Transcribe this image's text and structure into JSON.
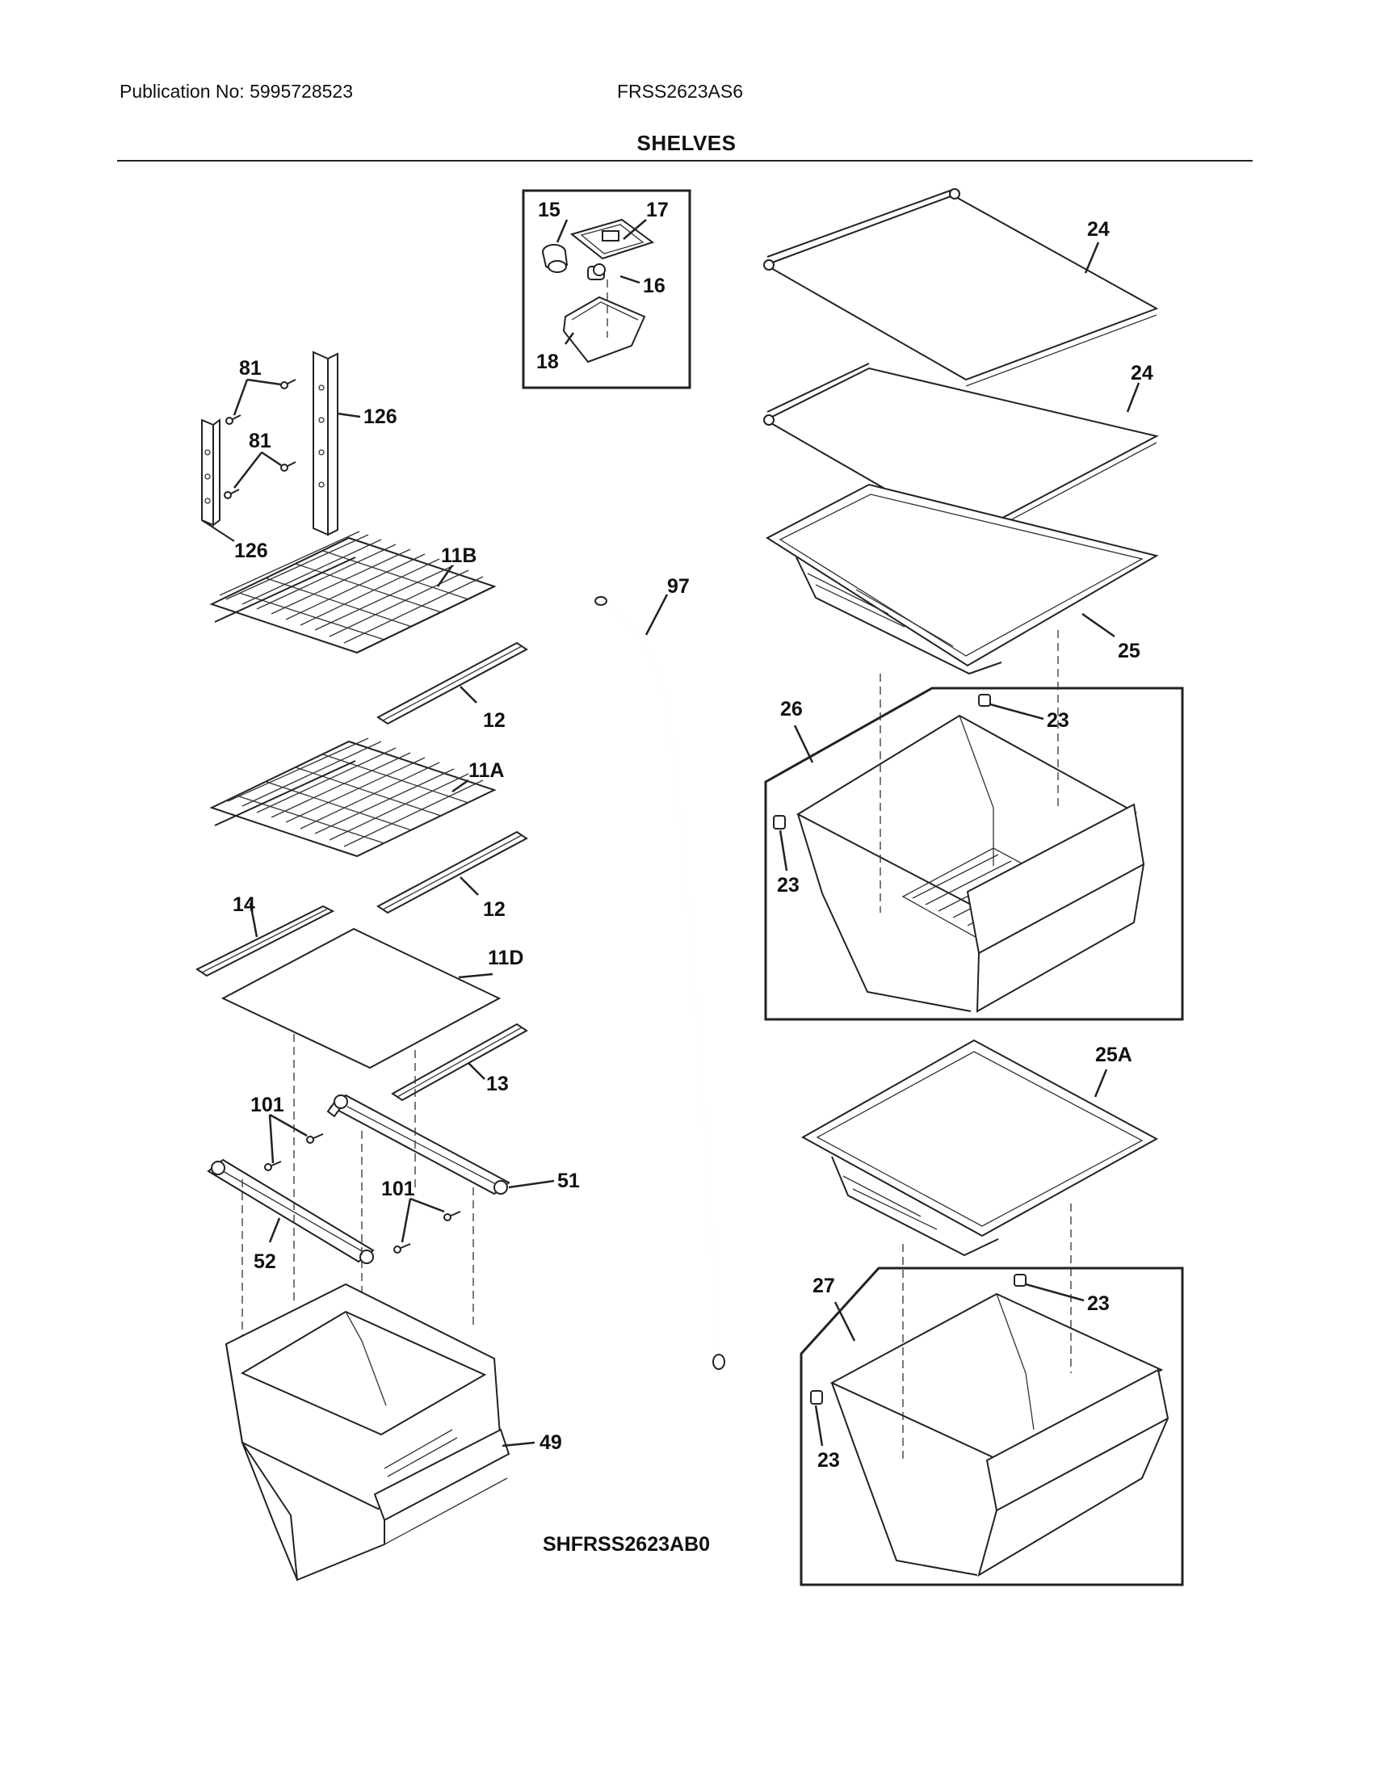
{
  "header": {
    "publication": "Publication No: 5995728523",
    "model": "FRSS2623AS6",
    "title": "SHELVES"
  },
  "diagram_code": "SHFRSS2623AB0",
  "callouts": {
    "c15": "15",
    "c17": "17",
    "c16": "16",
    "c18": "18",
    "c81a": "81",
    "c81b": "81",
    "c126a": "126",
    "c126b": "126",
    "c11b": "11B",
    "c12a": "12",
    "c11a": "11A",
    "c12b": "12",
    "c14": "14",
    "c11d": "11D",
    "c13": "13",
    "c101a": "101",
    "c101b": "101",
    "c51": "51",
    "c52": "52",
    "c49": "49",
    "c97": "97",
    "c24a": "24",
    "c24b": "24",
    "c25": "25",
    "c26": "26",
    "c23a": "23",
    "c23b": "23",
    "c25a": "25A",
    "c27": "27",
    "c23c": "23",
    "c23d": "23"
  }
}
